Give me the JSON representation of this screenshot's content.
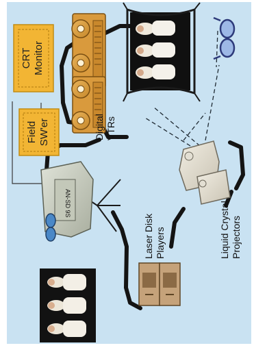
{
  "labels": {
    "crt_monitor_line1": "CRT",
    "crt_monitor_line2": "Monitor",
    "field_switcher_line1": "Field",
    "field_switcher_line2": "SW'er",
    "digital_vtrs_line1": "Digital",
    "digital_vtrs_line2": "VTRs",
    "laser_disk_players_line1": "Laser Disk",
    "laser_disk_players_line2": "Players",
    "lc_projectors_line1": "Liquid Crystal",
    "lc_projectors_line2": "Projectors",
    "camera_model": "AN-SD 9S"
  },
  "colors": {
    "background": "#c9e2f2",
    "box_fill": "#f2b534",
    "cable": "#141414",
    "screen_backdrop": "#101010",
    "glasses": "#2d3a7a"
  }
}
